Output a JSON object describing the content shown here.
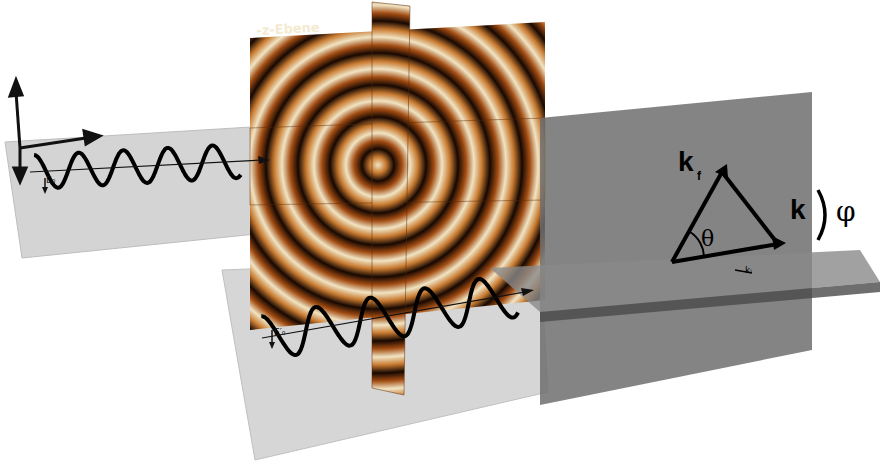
{
  "diagram": {
    "labels": [
      "E₀",
      "-z-Ebene",
      "E′₀",
      "k",
      "f",
      "k",
      "θ",
      "kᵢ",
      "φ"
    ]
  }
}
